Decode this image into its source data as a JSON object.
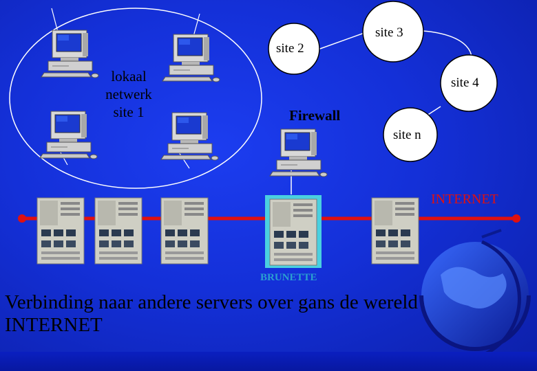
{
  "lan": {
    "label_line1": "lokaal",
    "label_line2": "netwerk",
    "label_line3": "site 1"
  },
  "sites": {
    "site2": "site 2",
    "site3": "site 3",
    "site4": "site 4",
    "siten": "site n"
  },
  "firewall": {
    "label": "Firewall"
  },
  "internet": {
    "label": "INTERNET"
  },
  "servers": {
    "highlighted_label": "BRUNETTE"
  },
  "caption": {
    "line1": "Verbinding naar andere servers over gans de wereld",
    "line2": "INTERNET"
  },
  "colors": {
    "background": "#1430d8",
    "internet_line": "#e01010",
    "highlight_frame": "#4ad0e0",
    "brunette_text": "#2aa0d0"
  }
}
